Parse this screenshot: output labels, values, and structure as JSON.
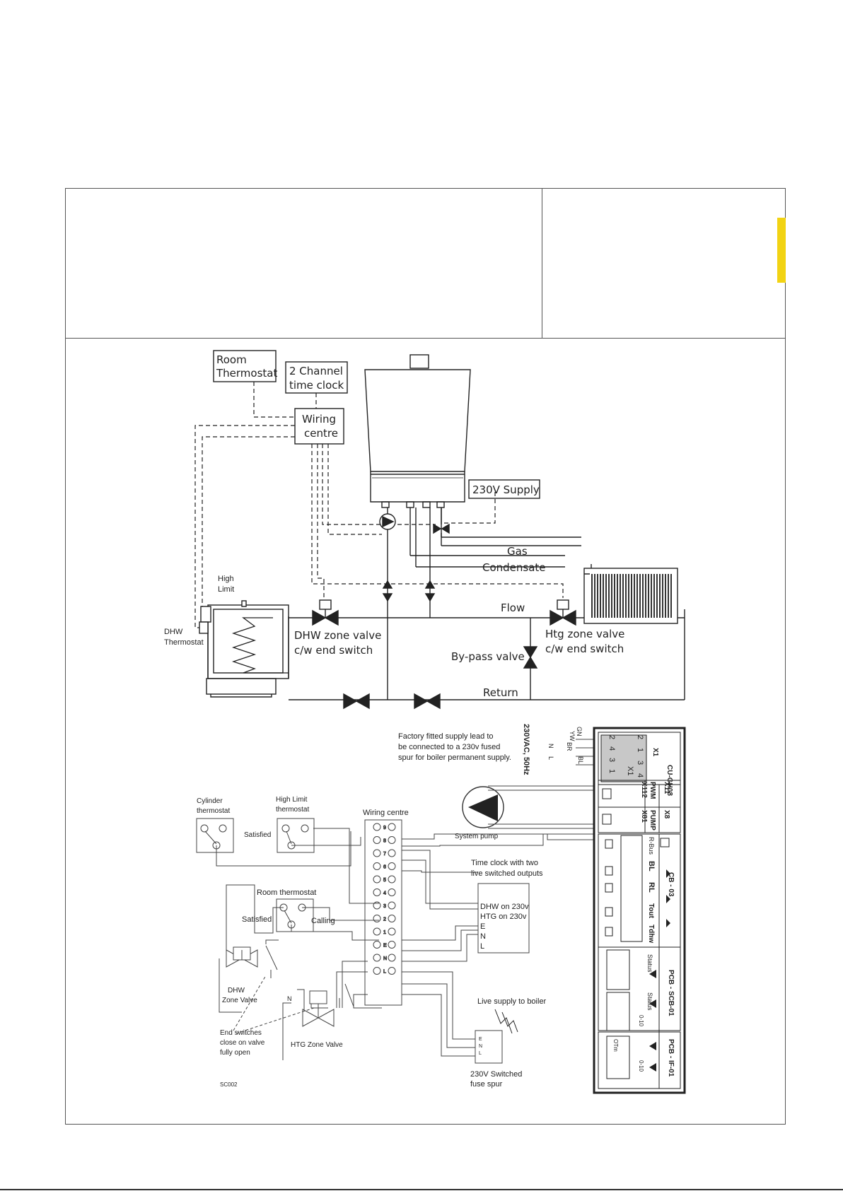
{
  "schematic": {
    "room_thermostat": [
      "Room",
      "Thermostat"
    ],
    "time_clock": [
      "2 Channel",
      "time clock"
    ],
    "wiring_centre": [
      "Wiring",
      "centre"
    ],
    "supply": "230V Supply",
    "gas": "Gas",
    "condensate": "Condensate",
    "high_limit": [
      "High",
      "Limit"
    ],
    "dhw_thermostat": [
      "DHW",
      "Thermostat"
    ],
    "flow": "Flow",
    "return": "Return",
    "dhw_zone_valve": [
      "DHW zone valve",
      "c/w end switch"
    ],
    "htg_zone_valve": [
      "Htg zone valve",
      "c/w end switch"
    ],
    "bypass_valve": "By-pass valve"
  },
  "wiring": {
    "supply_note": [
      "Factory fitted supply lead to",
      "be connected to a 230v fused",
      "spur for boiler permanent supply."
    ],
    "supply_rating": "230VAC, 50Hz",
    "lead_colours": [
      "GN",
      "YW",
      "BR",
      "BL"
    ],
    "lead_terms": [
      "N",
      "L"
    ],
    "cylinder_thermostat": [
      "Cylinder",
      "thermostat"
    ],
    "high_limit_thermostat": [
      "High Limit",
      "thermostat"
    ],
    "satisfied_1": "Satisfied",
    "wiring_centre": "Wiring centre",
    "system_pump": "System pump",
    "time_clock_note": [
      "Time clock with two",
      "live switched outputs"
    ],
    "clock_outputs": [
      "DHW on 230v",
      "HTG on 230v",
      "E",
      "N",
      "L"
    ],
    "room_thermostat": "Room thermostat",
    "satisfied_2": "Satisfied",
    "calling": "Calling",
    "dhw_zone_valve": [
      "DHW",
      "Zone Valve"
    ],
    "htg_zone_valve": "HTG Zone Valve",
    "n_label": "N",
    "end_switches": [
      "End switches",
      "close on valve",
      "fully open"
    ],
    "live_supply": "Live supply to boiler",
    "fuse_spur": [
      "230V Switched",
      "fuse spur"
    ],
    "fuse_terms": [
      "E",
      "N",
      "L"
    ],
    "code": "SC002",
    "terminal_numbers": [
      "9",
      "8",
      "7",
      "6",
      "5",
      "4",
      "3",
      "2",
      "1",
      "E",
      "N",
      "L"
    ]
  },
  "board": {
    "cu_label": "CU-GH08",
    "x1_label": "X1",
    "x1_terms_top": [
      "2",
      "1",
      "3",
      "4"
    ],
    "x1_terms_bottom": [
      "2",
      "4",
      "3",
      "1"
    ],
    "x1_sub": "X1",
    "x11_label": "X11",
    "pwm_label": [
      "PWM",
      "X112"
    ],
    "x8_label": "X8",
    "pump_label": [
      "PUMP",
      "X81"
    ],
    "rbus": "R-Bus",
    "bl": "BL",
    "rl": "RL",
    "tout": "Tout",
    "tdhw": "Tdhw",
    "cb_label": "CB - 03",
    "scb_label": "PCB - SCB-01",
    "status_1": "Status",
    "status_2": "Status",
    "scb_small": "0-10",
    "if_label": "PCB - IF-01",
    "if_terms": [
      "0-10",
      "OTm"
    ]
  }
}
